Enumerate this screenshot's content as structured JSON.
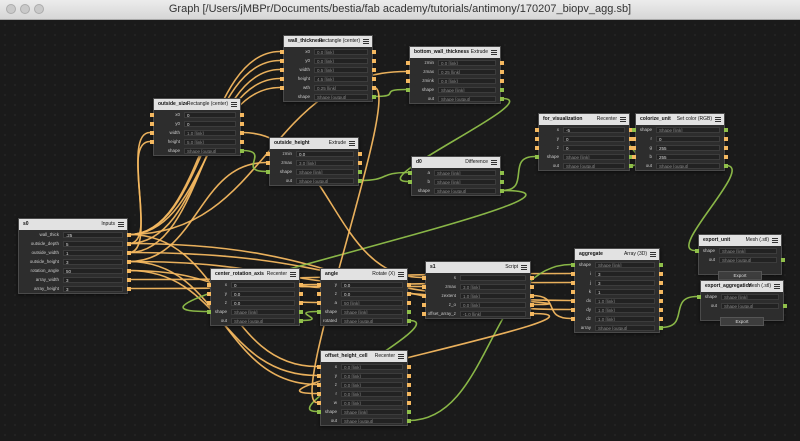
{
  "window": {
    "title": "Graph [/Users/jMBPr/Documents/bestia/fab academy/tutorials/antimony/170207_biopv_agg.sb]"
  },
  "colors": {
    "number_wire": "#f4b860",
    "shape_wire": "#8fbf4a",
    "header": "#e2e2e2"
  },
  "nodes": [
    {
      "id": "inputs",
      "name": "s0",
      "type": "Inputs",
      "lw": 44,
      "ports": [
        {
          "label": "wall_thick",
          "value": ".25",
          "pin": "",
          "out": "num"
        },
        {
          "label": "outside_depth",
          "value": "5",
          "pin": "",
          "out": "num"
        },
        {
          "label": "outside_width",
          "value": "1",
          "pin": "",
          "out": "num"
        },
        {
          "label": "outside_height",
          "value": "3",
          "pin": "",
          "out": "num"
        },
        {
          "label": "rotation_angle",
          "value": "50",
          "pin": "",
          "out": "num"
        },
        {
          "label": "array_width",
          "value": "3",
          "pin": "",
          "out": "num"
        },
        {
          "label": "array_height",
          "value": "3",
          "pin": "",
          "out": "num"
        }
      ]
    },
    {
      "id": "outside",
      "name": "outside_size",
      "type": "Rectangle (center)",
      "lw": 30,
      "ports": [
        {
          "label": "x0",
          "value": "0",
          "pin": "num",
          "out": "num"
        },
        {
          "label": "y0",
          "value": "0",
          "pin": "num",
          "out": "num"
        },
        {
          "label": "width",
          "value": "1.0 [link]",
          "pin": "num",
          "out": "num"
        },
        {
          "label": "height",
          "value": "5.0 [link]",
          "pin": "num",
          "out": "num"
        },
        {
          "label": "shape",
          "value": "Shape [output]",
          "pin": "",
          "out": "shp"
        }
      ]
    },
    {
      "id": "wall",
      "name": "wall_thickness",
      "type": "Rectangle (center)",
      "lw": 30,
      "ports": [
        {
          "label": "x0",
          "value": "0.0 [link]",
          "pin": "num",
          "out": "num"
        },
        {
          "label": "y0",
          "value": "0.0 [link]",
          "pin": "num",
          "out": "num"
        },
        {
          "label": "width",
          "value": "0.5 [link]",
          "pin": "num",
          "out": "num"
        },
        {
          "label": "height",
          "value": "4.5 [link]",
          "pin": "num",
          "out": "num"
        },
        {
          "label": "wth",
          "value": "0.25 [link]",
          "pin": "num",
          "out": "num"
        },
        {
          "label": "shape",
          "value": "Shape [output]",
          "pin": "",
          "out": "shp"
        }
      ]
    },
    {
      "id": "bottom",
      "name": "bottom_wall_thickness",
      "type": "Extrude",
      "lw": 28,
      "ports": [
        {
          "label": "zmin",
          "value": "0.0 [link]",
          "pin": "num",
          "out": "num"
        },
        {
          "label": "zmax",
          "value": "0.25 [link]",
          "pin": "num",
          "out": "num"
        },
        {
          "label": "zmink",
          "value": "0.0 [link]",
          "pin": "num",
          "out": "num"
        },
        {
          "label": "shape",
          "value": "Shape [link]",
          "pin": "shp",
          "out": "shp"
        },
        {
          "label": "out",
          "value": "Shape [output]",
          "pin": "",
          "out": "shp"
        }
      ]
    },
    {
      "id": "outhgt",
      "name": "outside_height",
      "type": "Extrude",
      "lw": 26,
      "ports": [
        {
          "label": "zmin",
          "value": "0.0",
          "pin": "num",
          "out": "num"
        },
        {
          "label": "zmax",
          "value": "3.0 [link]",
          "pin": "num",
          "out": "num"
        },
        {
          "label": "shape",
          "value": "Shape [link]",
          "pin": "shp",
          "out": "shp"
        },
        {
          "label": "out",
          "value": "Shape [output]",
          "pin": "",
          "out": "shp"
        }
      ]
    },
    {
      "id": "diff",
      "name": "d0",
      "type": "Difference",
      "lw": 22,
      "ports": [
        {
          "label": "a",
          "value": "Shape [link]",
          "pin": "shp",
          "out": "shp"
        },
        {
          "label": "b",
          "value": "Shape [link]",
          "pin": "shp",
          "out": "shp"
        },
        {
          "label": "shape",
          "value": "Shape [output]",
          "pin": "",
          "out": "shp"
        }
      ]
    },
    {
      "id": "forvis",
      "name": "for_visualization",
      "type": "Recenter",
      "lw": 24,
      "ports": [
        {
          "label": "x",
          "value": "-5",
          "pin": "num",
          "out": "num"
        },
        {
          "label": "y",
          "value": "0",
          "pin": "num",
          "out": "num"
        },
        {
          "label": "z",
          "value": "0",
          "pin": "num",
          "out": "num"
        },
        {
          "label": "shape",
          "value": "Shape [link]",
          "pin": "shp",
          "out": "shp"
        },
        {
          "label": "out",
          "value": "Shape [output]",
          "pin": "",
          "out": "shp"
        }
      ]
    },
    {
      "id": "colorize",
      "name": "colorize_unit",
      "type": "Set color (RGB)",
      "lw": 20,
      "ports": [
        {
          "label": "shape",
          "value": "Shape [link]",
          "pin": "shp",
          "out": "shp"
        },
        {
          "label": "r",
          "value": "0",
          "pin": "num",
          "out": "num"
        },
        {
          "label": "g",
          "value": "255",
          "pin": "num",
          "out": "num"
        },
        {
          "label": "b",
          "value": "255",
          "pin": "num",
          "out": "num"
        },
        {
          "label": "out",
          "value": "Shape [output]",
          "pin": "",
          "out": "shp"
        }
      ]
    },
    {
      "id": "exportunit",
      "name": "export_unit",
      "type": "Mesh (.stl)",
      "lw": 20,
      "btn": "Export",
      "ports": [
        {
          "label": "shape",
          "value": "Shape [link]",
          "pin": "shp",
          "out": ""
        },
        {
          "label": "out",
          "value": "Shape [output]",
          "pin": "",
          "out": "shp"
        }
      ]
    },
    {
      "id": "exportagg",
      "name": "export_aggregation",
      "type": "Mesh (.stl)",
      "lw": 20,
      "btn": "Export",
      "ports": [
        {
          "label": "shape",
          "value": "Shape [link]",
          "pin": "shp",
          "out": ""
        },
        {
          "label": "out",
          "value": "Shape [output]",
          "pin": "",
          "out": "shp"
        }
      ]
    },
    {
      "id": "aggregate",
      "name": "aggregate",
      "type": "Array (3D)",
      "lw": 20,
      "ports": [
        {
          "label": "shape",
          "value": "Shape [link]",
          "pin": "shp",
          "out": "shp"
        },
        {
          "label": "i",
          "value": "3",
          "pin": "num",
          "out": "num"
        },
        {
          "label": "j",
          "value": "3",
          "pin": "num",
          "out": "num"
        },
        {
          "label": "k",
          "value": "1",
          "pin": "num",
          "out": "num"
        },
        {
          "label": "dx",
          "value": "1.0 [link]",
          "pin": "num",
          "out": "num"
        },
        {
          "label": "dy",
          "value": "1.0 [link]",
          "pin": "num",
          "out": "num"
        },
        {
          "label": "dz",
          "value": "1.0 [link]",
          "pin": "num",
          "out": "num"
        },
        {
          "label": "array",
          "value": "Shape [output]",
          "pin": "",
          "out": "shp"
        }
      ]
    },
    {
      "id": "script",
      "name": "s1",
      "type": "Script",
      "lw": 34,
      "ports": [
        {
          "label": "s",
          "value": "",
          "pin": "num",
          "out": "num"
        },
        {
          "label": "zmax",
          "value": "3.0 [link]",
          "pin": "num",
          "out": "num"
        },
        {
          "label": "zextent",
          "value": "1.0 [link]",
          "pin": "num",
          "out": "num"
        },
        {
          "label": "z_o",
          "value": "0.0 [link]",
          "pin": "num",
          "out": "num"
        },
        {
          "label": "offset_array_z",
          "value": "-1.0 [link]",
          "pin": "num",
          "out": "num"
        }
      ]
    },
    {
      "id": "angle",
      "name": "angle",
      "type": "Rotate (X)",
      "lw": 20,
      "ports": [
        {
          "label": "y",
          "value": "0.0",
          "pin": "num",
          "out": "num"
        },
        {
          "label": "z",
          "value": "0.0",
          "pin": "num",
          "out": "num"
        },
        {
          "label": "a",
          "value": "50 [link]",
          "pin": "num",
          "out": "num"
        },
        {
          "label": "shape",
          "value": "Shape [link]",
          "pin": "shp",
          "out": "shp"
        },
        {
          "label": "rotated",
          "value": "Shape [output]",
          "pin": "",
          "out": "shp"
        }
      ]
    },
    {
      "id": "center",
      "name": "center_rotation_axis",
      "type": "Recenter",
      "lw": 20,
      "ports": [
        {
          "label": "x",
          "value": "0",
          "pin": "num",
          "out": "num"
        },
        {
          "label": "y",
          "value": "0.0",
          "pin": "num",
          "out": "num"
        },
        {
          "label": "z",
          "value": "0.0",
          "pin": "num",
          "out": "num"
        },
        {
          "label": "shape",
          "value": "Shape [link]",
          "pin": "shp",
          "out": "shp"
        },
        {
          "label": "out",
          "value": "Shape [output]",
          "pin": "",
          "out": "shp"
        }
      ]
    },
    {
      "id": "offset",
      "name": "offset_height_cell",
      "type": "Recenter",
      "lw": 20,
      "ports": [
        {
          "label": "x",
          "value": "0.0 [link]",
          "pin": "num",
          "out": "num"
        },
        {
          "label": "y",
          "value": "0.0 [link]",
          "pin": "num",
          "out": "num"
        },
        {
          "label": "z",
          "value": "0.0 [link]",
          "pin": "num",
          "out": "num"
        },
        {
          "label": "r",
          "value": "0.0 [link]",
          "pin": "num",
          "out": "num"
        },
        {
          "label": "w",
          "value": "0.0 [link]",
          "pin": "num",
          "out": "num"
        },
        {
          "label": "shape",
          "value": "Shape [link]",
          "pin": "shp",
          "out": "shp"
        },
        {
          "label": "out",
          "value": "Shape [output]",
          "pin": "",
          "out": "shp"
        }
      ]
    }
  ]
}
